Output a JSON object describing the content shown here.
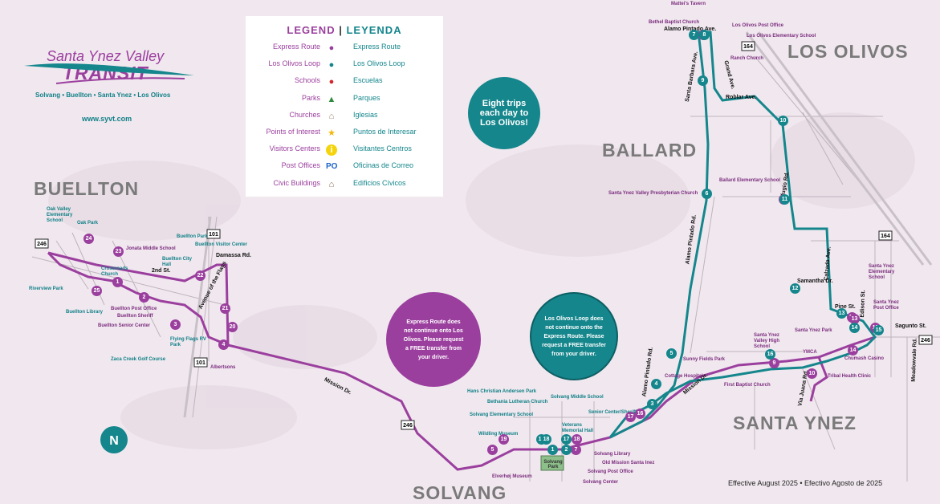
{
  "logo": {
    "title": "Santa Ynez Valley",
    "transit": "TRANSIT",
    "towns": "Solvang • Buellton • Santa Ynez • Los Olivos",
    "url": "www.syvt.com"
  },
  "regions": {
    "buellton": "BUELLTON",
    "ballard": "BALLARD",
    "los_olivos": "LOS OLIVOS",
    "santa_ynez": "SANTA YNEZ",
    "solvang": "SOLVANG"
  },
  "legend": {
    "title_en": "LEGEND",
    "separator": "|",
    "title_es": "LEYENDA",
    "rows": [
      {
        "en": "Express Route",
        "es": "Express Route",
        "icon": "purple-dot-icon",
        "glyph": "●"
      },
      {
        "en": "Los Olivos Loop",
        "es": "Los Olivos Loop",
        "icon": "teal-dot-icon",
        "glyph": "●"
      },
      {
        "en": "Schools",
        "es": "Escuelas",
        "icon": "apple-icon",
        "glyph": "●"
      },
      {
        "en": "Parks",
        "es": "Parques",
        "icon": "tree-icon",
        "glyph": "▲"
      },
      {
        "en": "Churches",
        "es": "Iglesias",
        "icon": "church-icon",
        "glyph": "⌂"
      },
      {
        "en": "Points of Interest",
        "es": "Puntos de Interesar",
        "icon": "star-icon",
        "glyph": "★"
      },
      {
        "en": "Visitors Centers",
        "es": "Visitantes Centros",
        "icon": "info-icon",
        "glyph": "i"
      },
      {
        "en": "Post Offices",
        "es": "Oficinas de Correo",
        "icon": "post-office-icon",
        "glyph": "PO"
      },
      {
        "en": "Civic Buildings",
        "es": "Edificios Cívicos",
        "icon": "civic-building-icon",
        "glyph": "⌂"
      }
    ]
  },
  "colors": {
    "express": "#9b3f9e",
    "loop": "#14868c",
    "background": "#f1e8ef"
  },
  "bubbles": {
    "eight_trips": "Eight trips each day to Los Olivos!",
    "express_note": "Express Route does not continue onto Los Olivos. Please request a FREE transfer from your driver.",
    "loop_note": "Los Olivos Loop does not continue onto the Express Route. Please request a FREE transfer from your driver."
  },
  "streets": {
    "mission": "Mission Dr.",
    "mission2": "Mission Dr.",
    "roblar": "Roblar Ave.",
    "alamo_pintado_ave": "Alamo Pintado Ave.",
    "alamo_pintado_rd": "Alamo Pintado Rd.",
    "alamo_pintado_rd2": "Alamo Pintado Rd.",
    "grand": "Grand Ave.",
    "santa_barbara": "Santa Barbara Ave.",
    "refugio": "Refugio Rd.",
    "calzada": "Calzada Ave.",
    "samantha": "Samantha Dr.",
    "pine": "Pine St.",
    "edison": "Edison St.",
    "sagunto": "Sagunto St.",
    "meadowvale": "Meadowvale Rd.",
    "via_juana": "Via Juana Rd.",
    "damassa": "Damassa Rd.",
    "avenue_flags": "Avenue of the Flags",
    "second": "2nd St."
  },
  "highways": {
    "h101a": "101",
    "h101b": "101",
    "h246a": "246",
    "h246b": "246",
    "h246c": "246",
    "h164a": "164",
    "h164b": "164"
  },
  "places": {
    "mattei": "Mattei's Tavern",
    "bethel": "Bethel Baptist Church",
    "lo_post": "Los Olivos Post Office",
    "lo_elem": "Los Olivos Elementary School",
    "ranch_church": "Ranch Church",
    "ballard_elem": "Ballard Elementary School",
    "syv_presby": "Santa Ynez Valley Presbyterian Church",
    "oak_valley": "Oak Valley Elementary School",
    "oak_park": "Oak Park",
    "jonata": "Jonata Middle School",
    "buellton_park": "Buellton Park",
    "buellton_visitor": "Buellton Visitor Center",
    "buellton_city_hall": "Buellton City Hall",
    "crossroads": "Crossroads Church",
    "riverview": "Riverview Park",
    "buellton_library": "Buellton Library",
    "buellton_post": "Buellton Post Office",
    "buellton_sheriff": "Buellton Sheriff",
    "buellton_senior": "Buellton Senior Center",
    "flying_flags": "Flying Flags RV Park",
    "albertsons": "Albertsons",
    "zaca": "Zaca Creek Golf Course",
    "hans": "Hans Christian Andersen Park",
    "bethania": "Bethania Lutheran Church",
    "solvang_middle": "Solvang Middle School",
    "solvang_elem": "Solvang Elementary School",
    "wildling": "Wildling Museum",
    "veterans": "Veterans Memorial Hall",
    "senior_sheriff": "Senior Center/Sheriff",
    "solvang_library": "Solvang Library",
    "old_mission": "Old Mission Santa Inez",
    "solvang_post": "Solvang Post Office",
    "elverhoj": "Elverhøj Museum",
    "solvang_center": "Solvang Center",
    "solvang_park": "Solvang Park",
    "sunny_fields": "Sunny Fields Park",
    "cottage": "Cottage Hospital",
    "first_baptist": "First Baptist Church",
    "syv_high": "Santa Ynez Valley High School",
    "ymca": "YMCA",
    "santa_ynez_park": "Santa Ynez Park",
    "chumash_casino": "Chumash Casino",
    "tribal": "Tribal Health Clinic",
    "sy_elem": "Santa Ynez Elementary School",
    "sy_post": "Santa Ynez Post Office"
  },
  "effective": "Effective August 2025  •  Efectivo Agosto de 2025",
  "stops": [
    {
      "n": "1",
      "route": "express"
    },
    {
      "n": "2",
      "route": "express"
    },
    {
      "n": "3",
      "route": "express"
    },
    {
      "n": "4",
      "route": "express"
    },
    {
      "n": "5",
      "route": "express"
    },
    {
      "n": "6",
      "route": "express"
    },
    {
      "n": "7",
      "route": "express"
    },
    {
      "n": "8",
      "route": "express"
    },
    {
      "n": "9",
      "route": "express"
    },
    {
      "n": "10",
      "route": "express"
    },
    {
      "n": "11",
      "route": "express"
    },
    {
      "n": "12",
      "route": "express"
    },
    {
      "n": "13",
      "route": "express"
    },
    {
      "n": "14",
      "route": "express"
    },
    {
      "n": "15",
      "route": "express"
    },
    {
      "n": "16",
      "route": "express"
    },
    {
      "n": "17",
      "route": "express"
    },
    {
      "n": "18",
      "route": "express"
    },
    {
      "n": "19",
      "route": "express"
    },
    {
      "n": "20",
      "route": "express"
    },
    {
      "n": "21",
      "route": "express"
    },
    {
      "n": "22",
      "route": "express"
    },
    {
      "n": "23",
      "route": "express"
    },
    {
      "n": "24",
      "route": "express"
    },
    {
      "n": "25",
      "route": "express"
    },
    {
      "n": "1",
      "route": "loop"
    },
    {
      "n": "2",
      "route": "loop"
    },
    {
      "n": "3",
      "route": "loop"
    },
    {
      "n": "4",
      "route": "loop"
    },
    {
      "n": "5",
      "route": "loop"
    },
    {
      "n": "6",
      "route": "loop"
    },
    {
      "n": "7",
      "route": "loop"
    },
    {
      "n": "8",
      "route": "loop"
    },
    {
      "n": "9",
      "route": "loop"
    },
    {
      "n": "10",
      "route": "loop"
    },
    {
      "n": "11",
      "route": "loop"
    },
    {
      "n": "12",
      "route": "loop"
    },
    {
      "n": "13",
      "route": "loop"
    },
    {
      "n": "14",
      "route": "loop"
    },
    {
      "n": "15",
      "route": "loop"
    },
    {
      "n": "16",
      "route": "loop"
    },
    {
      "n": "19",
      "route": "loop"
    },
    {
      "n": "18",
      "route": "loop"
    },
    {
      "n": "17",
      "route": "loop"
    }
  ]
}
